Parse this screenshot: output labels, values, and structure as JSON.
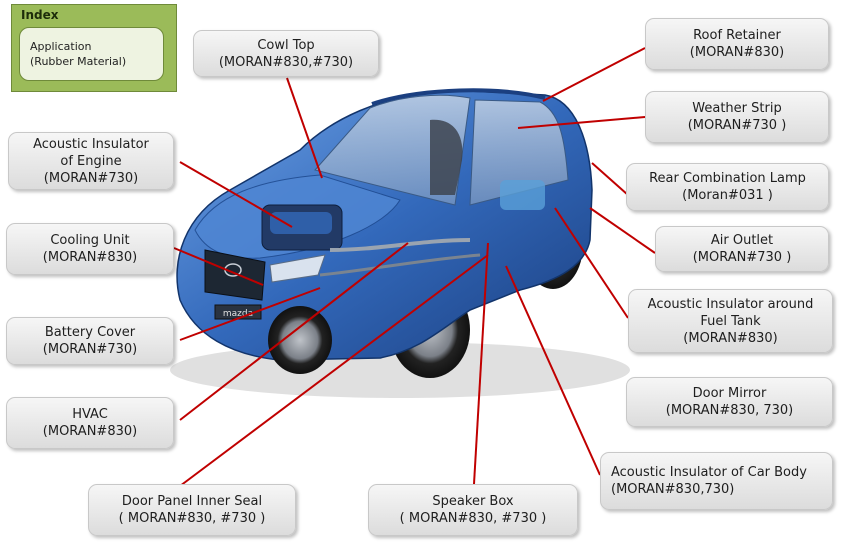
{
  "index": {
    "title": "Index",
    "line1": "Application",
    "line2": "(Rubber Material)"
  },
  "labels": {
    "cowl_top": [
      "Cowl Top",
      "(MORAN#830,#730)"
    ],
    "roof_retainer": [
      "Roof Retainer",
      "(MORAN#830)"
    ],
    "weather_strip": [
      "Weather Strip",
      "(MORAN#730 )"
    ],
    "rear_combination_lamp": [
      "Rear Combination Lamp",
      "(Moran#031 )"
    ],
    "air_outlet": [
      "Air Outlet",
      "(MORAN#730 )"
    ],
    "acoustic_fuel_tank": [
      "Acoustic Insulator around",
      "Fuel Tank",
      "(MORAN#830)"
    ],
    "door_mirror": [
      "Door Mirror",
      "(MORAN#830, 730)"
    ],
    "acoustic_car_body": [
      "Acoustic Insulator of Car Body",
      "(MORAN#830,730)"
    ],
    "speaker_box": [
      "Speaker Box",
      "( MORAN#830, #730 )"
    ],
    "door_panel_seal": [
      "Door Panel Inner Seal",
      "( MORAN#830, #730 )"
    ],
    "hvac": [
      "HVAC",
      "(MORAN#830)"
    ],
    "battery_cover": [
      "Battery Cover",
      "(MORAN#730)"
    ],
    "cooling_unit": [
      "Cooling Unit",
      "(MORAN#830)"
    ],
    "acoustic_engine": [
      "Acoustic Insulator",
      "of Engine",
      "(MORAN#730)"
    ]
  },
  "car": {
    "badge": "mazda"
  },
  "colors": {
    "leader": "#c00000",
    "body": "#3a73c4",
    "index_green": "#9bbb59"
  }
}
